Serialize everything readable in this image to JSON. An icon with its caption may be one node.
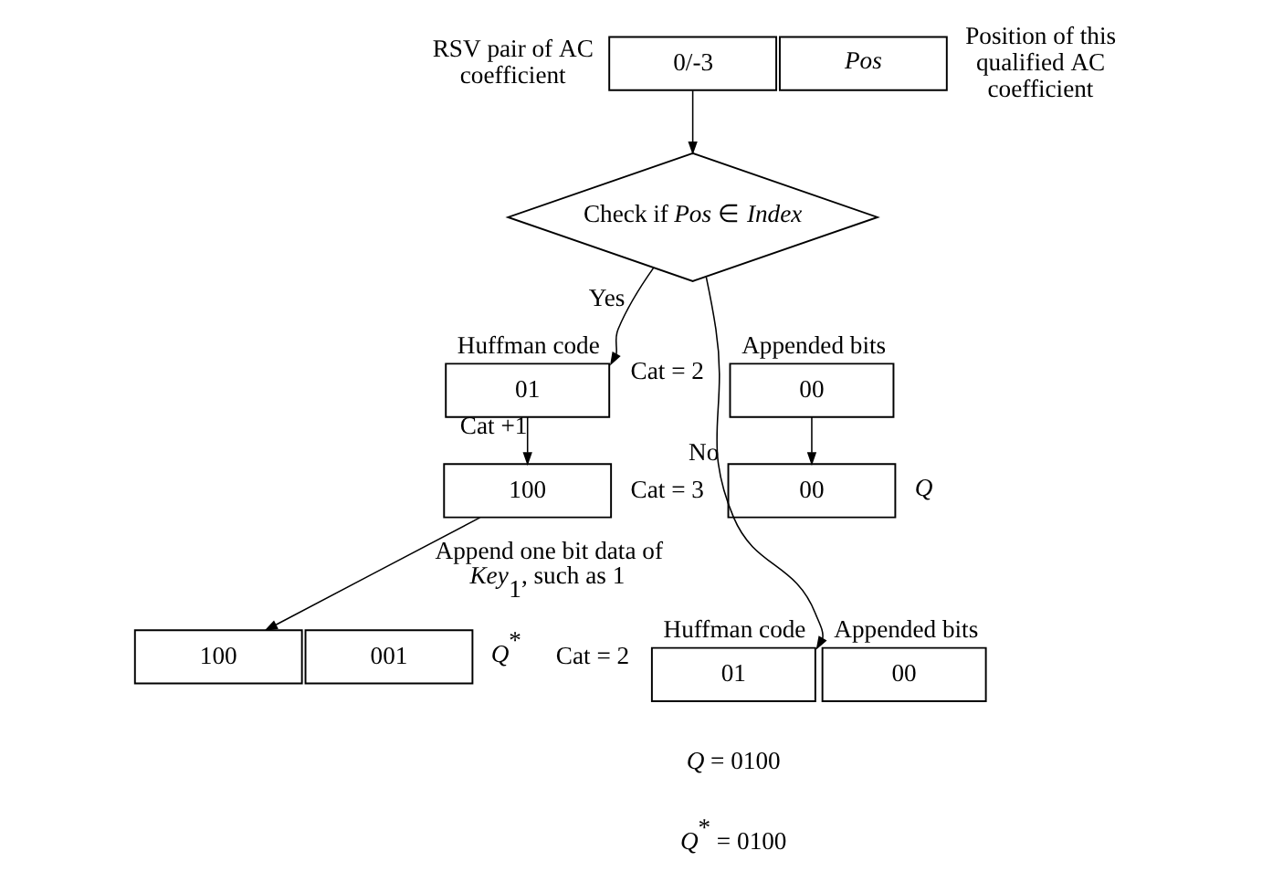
{
  "diagram": {
    "nodes": [
      {
        "text": [
          "0/-3"
        ],
        "beside": [
          "RSV pair of AC coefficient"
        ]
      },
      {
        "text": [
          "*Pos*"
        ],
        "beside": [
          "Position of this qualified AC coefficient"
        ]
      },
      {
        "text": [
          "Check if *Pos* ∈ *Index*"
        ]
      },
      {
        "text": [
          "01"
        ],
        "beside": [
          "Cat = 2",
          "Huffman code"
        ]
      },
      {
        "text": [
          "00"
        ],
        "beside": [
          "Appended bits"
        ]
      },
      {
        "text": [
          "100"
        ],
        "beside": [
          "Cat = 3"
        ]
      },
      {
        "text": [
          "00"
        ],
        "beside": [
          "*Q*"
        ]
      },
      {
        "text": [
          "100"
        ]
      },
      {
        "text": [
          "001"
        ],
        "beside": [
          "*Q*$^{*}$"
        ]
      },
      {
        "text": [
          "01"
        ],
        "beside": [
          "Cat = 2",
          "Huffman code"
        ]
      },
      {
        "text": [
          "00"
        ],
        "beside": [
          "Appended bits"
        ]
      }
    ],
    "edges": [
      {
        "from": 0,
        "to": 2,
        "arrow": "to"
      },
      {
        "from": 2,
        "to": 3,
        "arrow": "to",
        "label": "Yes"
      },
      {
        "from": 2,
        "to": 9,
        "arrow": "to",
        "label": "No"
      },
      {
        "from": 3,
        "to": 5,
        "arrow": "to",
        "label": "Cat +1"
      },
      {
        "from": 4,
        "to": 6,
        "arrow": "to"
      },
      {
        "from": 5,
        "to": 7,
        "arrow": "to",
        "label": "Append one bit data of *Key*$_{1}$, such as 1"
      }
    ],
    "labels": [
      "*Q* = 0100",
      "*Q*$^{*}$ = 0100"
    ]
  }
}
